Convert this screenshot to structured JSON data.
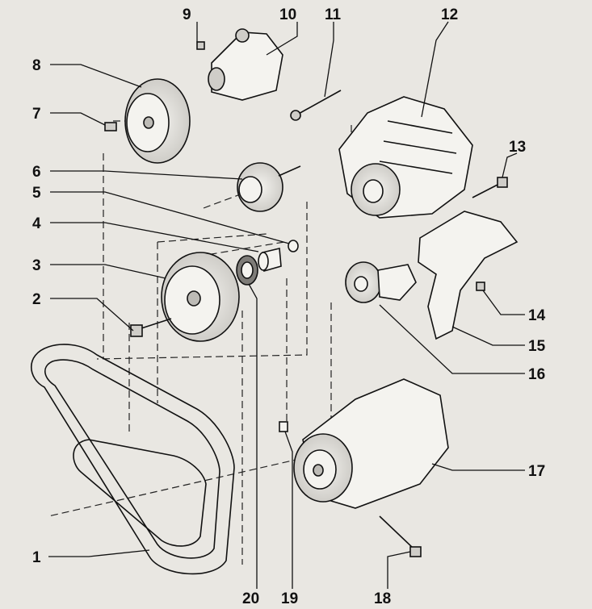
{
  "diagram": {
    "callouts": [
      {
        "id": "c1",
        "label": "1"
      },
      {
        "id": "c2",
        "label": "2"
      },
      {
        "id": "c3",
        "label": "3"
      },
      {
        "id": "c4",
        "label": "4"
      },
      {
        "id": "c5",
        "label": "5"
      },
      {
        "id": "c6",
        "label": "6"
      },
      {
        "id": "c7",
        "label": "7"
      },
      {
        "id": "c8",
        "label": "8"
      },
      {
        "id": "c9",
        "label": "9"
      },
      {
        "id": "c10",
        "label": "10"
      },
      {
        "id": "c11",
        "label": "11"
      },
      {
        "id": "c12",
        "label": "12"
      },
      {
        "id": "c13",
        "label": "13"
      },
      {
        "id": "c14",
        "label": "14"
      },
      {
        "id": "c15",
        "label": "15"
      },
      {
        "id": "c16",
        "label": "16"
      },
      {
        "id": "c17",
        "label": "17"
      },
      {
        "id": "c18",
        "label": "18"
      },
      {
        "id": "c19",
        "label": "19"
      },
      {
        "id": "c20",
        "label": "20"
      }
    ],
    "colors": {
      "ink": "#111111",
      "paper": "#e9e7e2",
      "part_fill": "#f4f3ef",
      "shade": "#9a9893"
    }
  }
}
